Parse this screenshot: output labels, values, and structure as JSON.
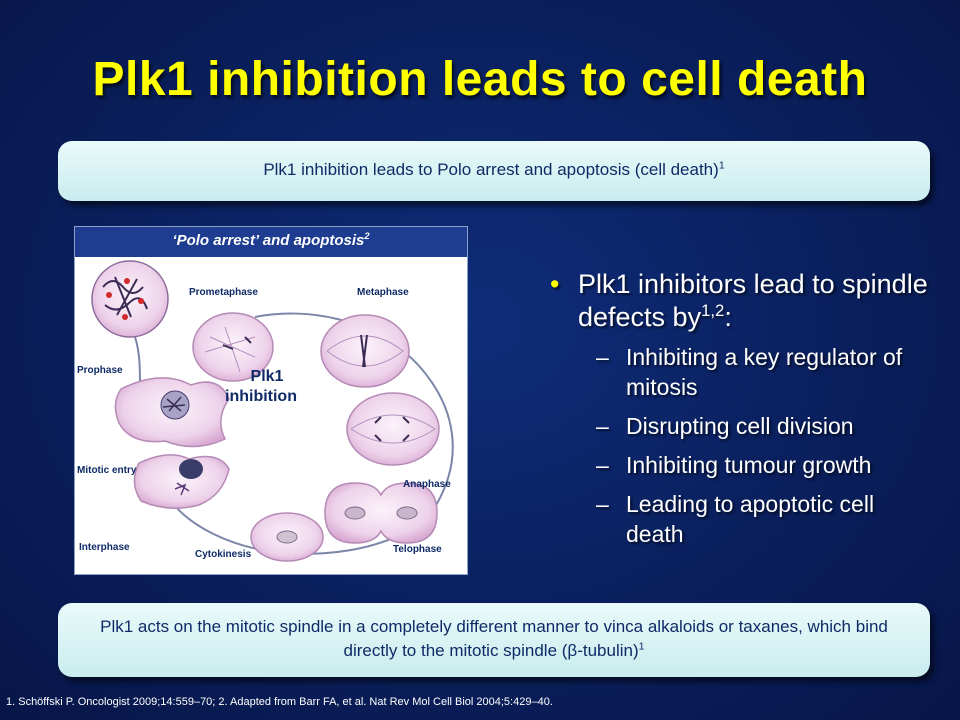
{
  "slide": {
    "title": "Plk1 inhibition leads to cell death",
    "top_box": {
      "text": "Plk1 inhibition leads to Polo arrest and apoptosis (cell death)",
      "sup": "1"
    },
    "figure": {
      "header": "‘Polo arrest’ and apoptosis",
      "header_sup": "2",
      "center_label_line1": "Plk1",
      "center_label_line2": "inhibition",
      "phases": [
        "Prophase",
        "Prometaphase",
        "Metaphase",
        "Anaphase",
        "Telophase",
        "Cytokinesis",
        "Interphase",
        "Mitotic entry"
      ]
    },
    "bullets": {
      "main": "Plk1 inhibitors lead to spindle defects by",
      "main_sup": "1,2",
      "main_suffix": ":",
      "sub": [
        "Inhibiting a key regulator of mitosis",
        "Disrupting cell division",
        "Inhibiting tumour growth",
        "Leading to apoptotic cell death"
      ]
    },
    "bottom_box": {
      "text": "Plk1 acts on the mitotic spindle in a completely different manner to vinca alkaloids or taxanes, which bind directly to the mitotic spindle (β-tubulin)",
      "sup": "1"
    },
    "references": "1. Schöffski P. Oncologist 2009;14:559–70; 2. Adapted from Barr FA, et al. Nat Rev Mol Cell Biol 2004;5:429–40."
  },
  "colors": {
    "title": "#ffff00",
    "box_text": "#0f2a66",
    "figure_header_bg": "#1e3d91",
    "background": "#0a1f5c"
  }
}
